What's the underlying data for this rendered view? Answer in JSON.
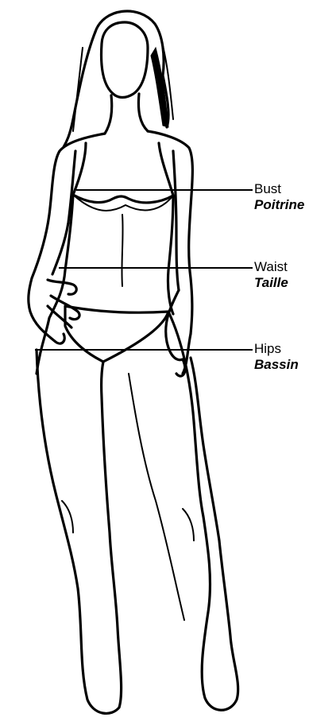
{
  "measurements": [
    {
      "id": "bust",
      "label_en": "Bust",
      "label_fr": "Poitrine"
    },
    {
      "id": "waist",
      "label_en": "Waist",
      "label_fr": "Taille"
    },
    {
      "id": "hips",
      "label_en": "Hips",
      "label_fr": "Bassin"
    }
  ],
  "colors": {
    "ink": "#000000",
    "background": "#ffffff"
  },
  "illustration": "female-body-outline-sketch"
}
